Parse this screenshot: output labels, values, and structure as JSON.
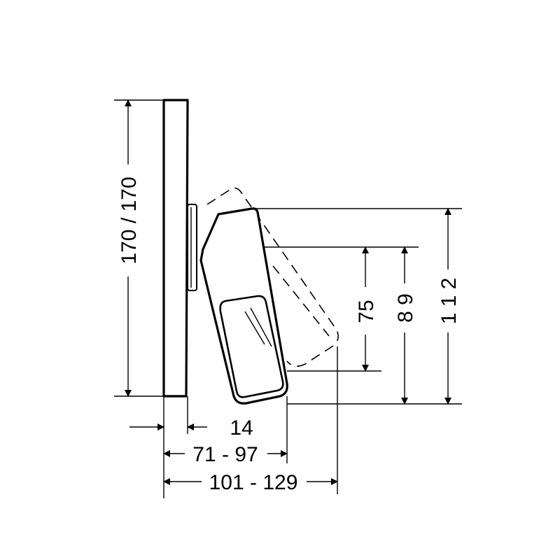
{
  "drawing": {
    "title": "Single lever mixer – side dimension drawing",
    "dimensions": {
      "plate_height": "170 / 170",
      "overall_height": "1 1 2",
      "outlet_height_max": "8 9",
      "outlet_height_min": "75",
      "plate_depth": "14",
      "spout_projection": "71 - 97",
      "handle_projection": "101 - 129"
    }
  }
}
